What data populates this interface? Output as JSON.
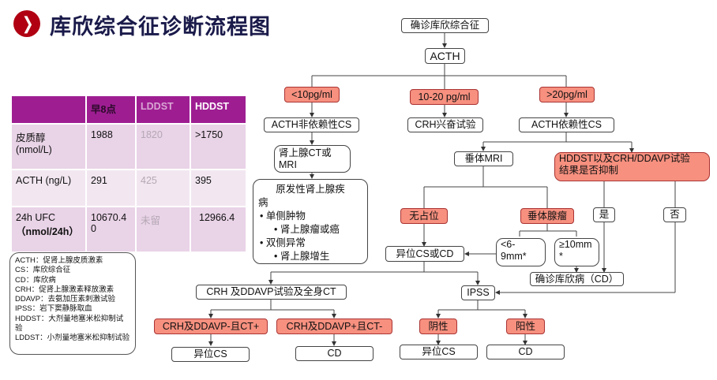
{
  "header": {
    "icon": "chevron-right-icon",
    "icon_glyph": "❯",
    "title": "库欣综合征诊断流程图",
    "accent_color": "#b00012"
  },
  "table": {
    "header_color": "#9e1e92",
    "columns": [
      "",
      "早8点",
      "LDDST",
      "HDDST"
    ],
    "rows": [
      {
        "label_line1": "皮质醇",
        "label_line2": "(nmol/L)",
        "values": [
          "1988",
          "1820",
          ">1750"
        ]
      },
      {
        "label_line1": "ACTH (ng/L)",
        "label_line2": "",
        "values": [
          "291",
          "425",
          "395"
        ]
      },
      {
        "label_line1": "24h UFC",
        "label_line2": "（nmol/24h）",
        "values": [
          "10670.40",
          "未留",
          "12966.4"
        ]
      }
    ]
  },
  "legend": {
    "items": [
      "ACTH：促肾上腺皮质激素",
      "CS：库欣综合征",
      "CD：库欣病",
      "CRH：促肾上腺激素释放激素",
      "DDAVP：去氨加压素刺激试验",
      "IPSS：岩下窦静脉取血",
      "HDDST：大剂量地塞米松抑制试验",
      "LDDST：小剂量地塞米松抑制试验"
    ]
  },
  "flow": {
    "confirm_cs": "确诊库欣综合征",
    "acth": "ACTH",
    "low": "<10pg/ml",
    "mid": "10-20 pg/ml",
    "high": ">20pg/ml",
    "acth_independent": "ACTH非依赖性CS",
    "crh_test": "CRH兴奋试验",
    "acth_dependent": "ACTH依赖性CS",
    "adrenal_imaging_l1": "肾上腺CT或",
    "adrenal_imaging_l2": "MRI",
    "primary": {
      "title_l1": "原发性肾上腺疾",
      "title_l2": "病",
      "items": [
        "• 单侧肿物",
        "• 肾上腺瘤或癌",
        "• 双侧异常",
        "• 肾上腺增生"
      ]
    },
    "pituitary_mri": "垂体MRI",
    "suppression_l1": "HDDST以及CRH/DDAVP试验",
    "suppression_l2": "结果是否抑制",
    "no_lesion": "无占位",
    "adenoma": "垂体腺瘤",
    "yes": "是",
    "no": "否",
    "small_l1": "<6-",
    "small_l2": "9mm*",
    "large_l1": "≥10mm",
    "large_l2": "*",
    "ectopic_or_cd": "异位CS或CD",
    "confirm_cd": "确诊库欣病（CD）",
    "crh_ddavp_ct": "CRH 及DDAVP试验及全身CT",
    "ipss": "IPSS",
    "neg_ct_pos": "CRH及DDAVP-且CT+",
    "pos_ct_neg": "CRH及DDAVP+且CT-",
    "negative": "阴性",
    "positive": "阳性",
    "out_ectopic_1": "异位CS",
    "out_cd_1": "CD",
    "out_ectopic_2": "异位CS",
    "out_cd_2": "CD",
    "highlight_color": "#f7907f"
  }
}
